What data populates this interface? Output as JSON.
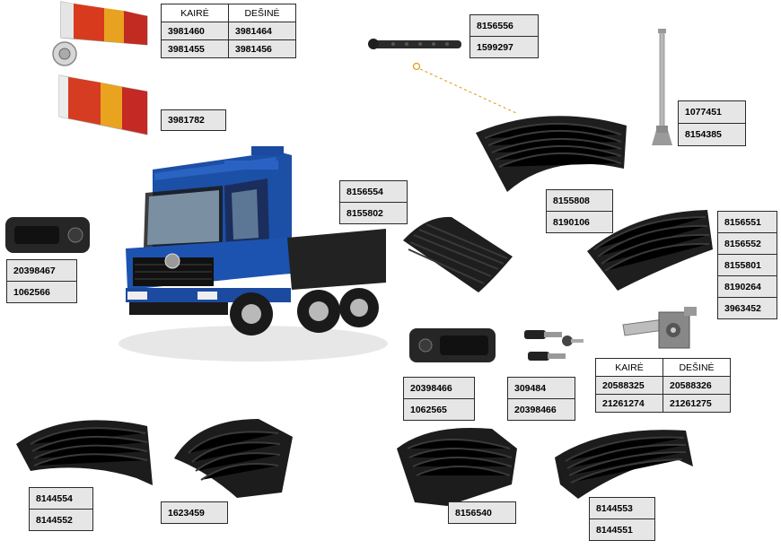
{
  "headers": {
    "left": "KAIRĖ",
    "right": "DEŠINĖ"
  },
  "tables": {
    "tail_lamps": {
      "rows": [
        [
          "3981460",
          "3981464"
        ],
        [
          "3981455",
          "3981456"
        ]
      ]
    },
    "door_locks": {
      "rows": [
        [
          "20588325",
          "20588326"
        ],
        [
          "21261274",
          "21261275"
        ]
      ]
    }
  },
  "labels": {
    "tail_lamp_single": [
      "3981782"
    ],
    "strap": [
      "8156556",
      "1599297"
    ],
    "mudflap_bracket_rod": [
      "1077451",
      "8154385"
    ],
    "wing_top_center": [
      "8155808",
      "8190106"
    ],
    "wing_left_center": [
      "8156554",
      "8155802"
    ],
    "wing_right": [
      "8156551",
      "8156552",
      "8155801",
      "8190264",
      "3963452"
    ],
    "handle_left": [
      "20398467",
      "1062566"
    ],
    "handle_center": [
      "20398466",
      "1062565"
    ],
    "key_set": [
      "309484",
      "20398466"
    ],
    "fender_bottom_left": [
      "8144554",
      "8144552"
    ],
    "fender_bottom_left2": [
      "1623459"
    ],
    "fender_bottom_center": [
      "8156540"
    ],
    "fender_bottom_right": [
      "8144553",
      "8144551"
    ]
  }
}
